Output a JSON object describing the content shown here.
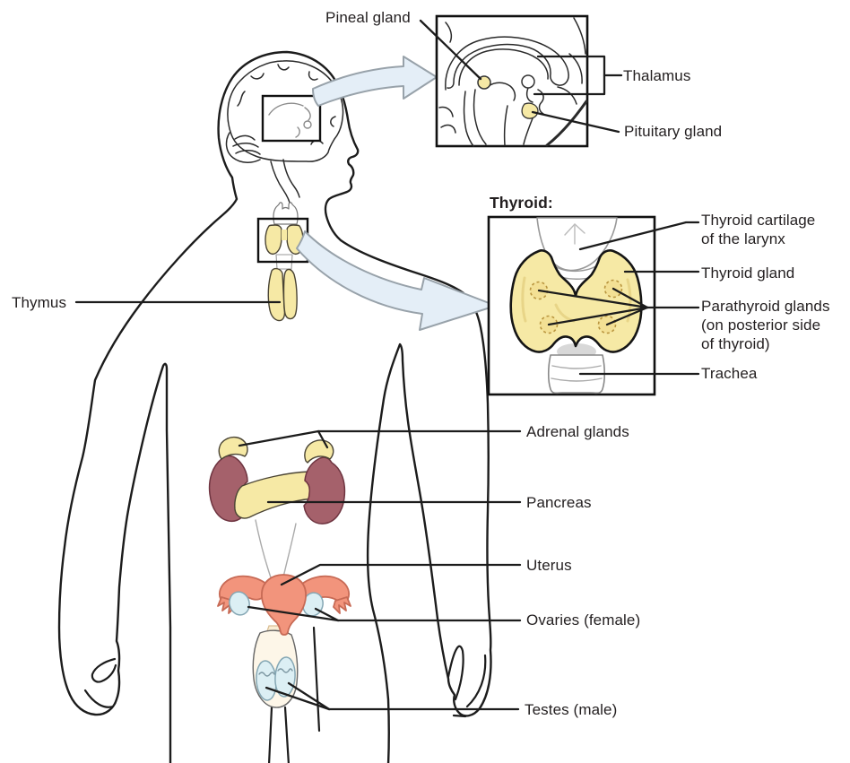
{
  "labels": {
    "pineal": "Pineal gland",
    "thalamus": "Thalamus",
    "pituitary": "Pituitary gland",
    "thymus": "Thymus",
    "thyroid_inset_title": "Thyroid:",
    "thyroid_cartilage": "Thyroid cartilage\nof the larynx",
    "thyroid_gland": "Thyroid gland",
    "parathyroid": "Parathyroid glands\n(on posterior side\nof thyroid)",
    "trachea": "Trachea",
    "adrenal": "Adrenal glands",
    "pancreas": "Pancreas",
    "uterus": "Uterus",
    "ovaries": "Ovaries (female)",
    "testes": "Testes (male)"
  },
  "colors": {
    "gland_yellow": "#F6E9A5",
    "gland_yellow_dark": "#E3CD7F",
    "kidney_maroon": "#A5616B",
    "uterus_salmon": "#F2947C",
    "ovary_blue": "#DCEFF4",
    "cream": "#FAEDD3",
    "arrow_blue": "#E4EEF7",
    "arrow_outline": "#98A2AA",
    "line_black": "#1C1C1C",
    "text_color": "#231F20",
    "background": "#FFFFFF"
  }
}
